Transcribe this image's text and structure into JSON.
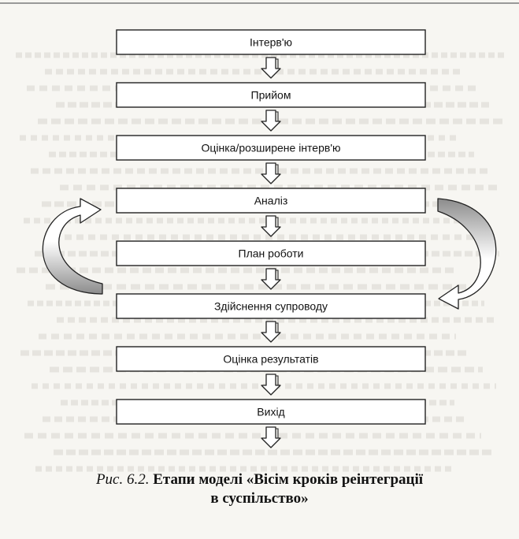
{
  "steps": [
    "Інтерв'ю",
    "Прийом",
    "Оцінка/розширене інтерв'ю",
    "Аналіз",
    "План роботи",
    "Здійснення супроводу",
    "Оцінка результатів",
    "Вихід"
  ],
  "caption": {
    "prefix": "Рис. 6.2.",
    "title_line1": "Етапи моделі «Вісім кроків реінтеграції",
    "title_line2": "в суспільство»"
  },
  "colors": {
    "box_stroke": "#222222",
    "box_fill": "#ffffff",
    "loop_fill": "#9a9a9a",
    "bleed_text": "#d9d7d0"
  }
}
